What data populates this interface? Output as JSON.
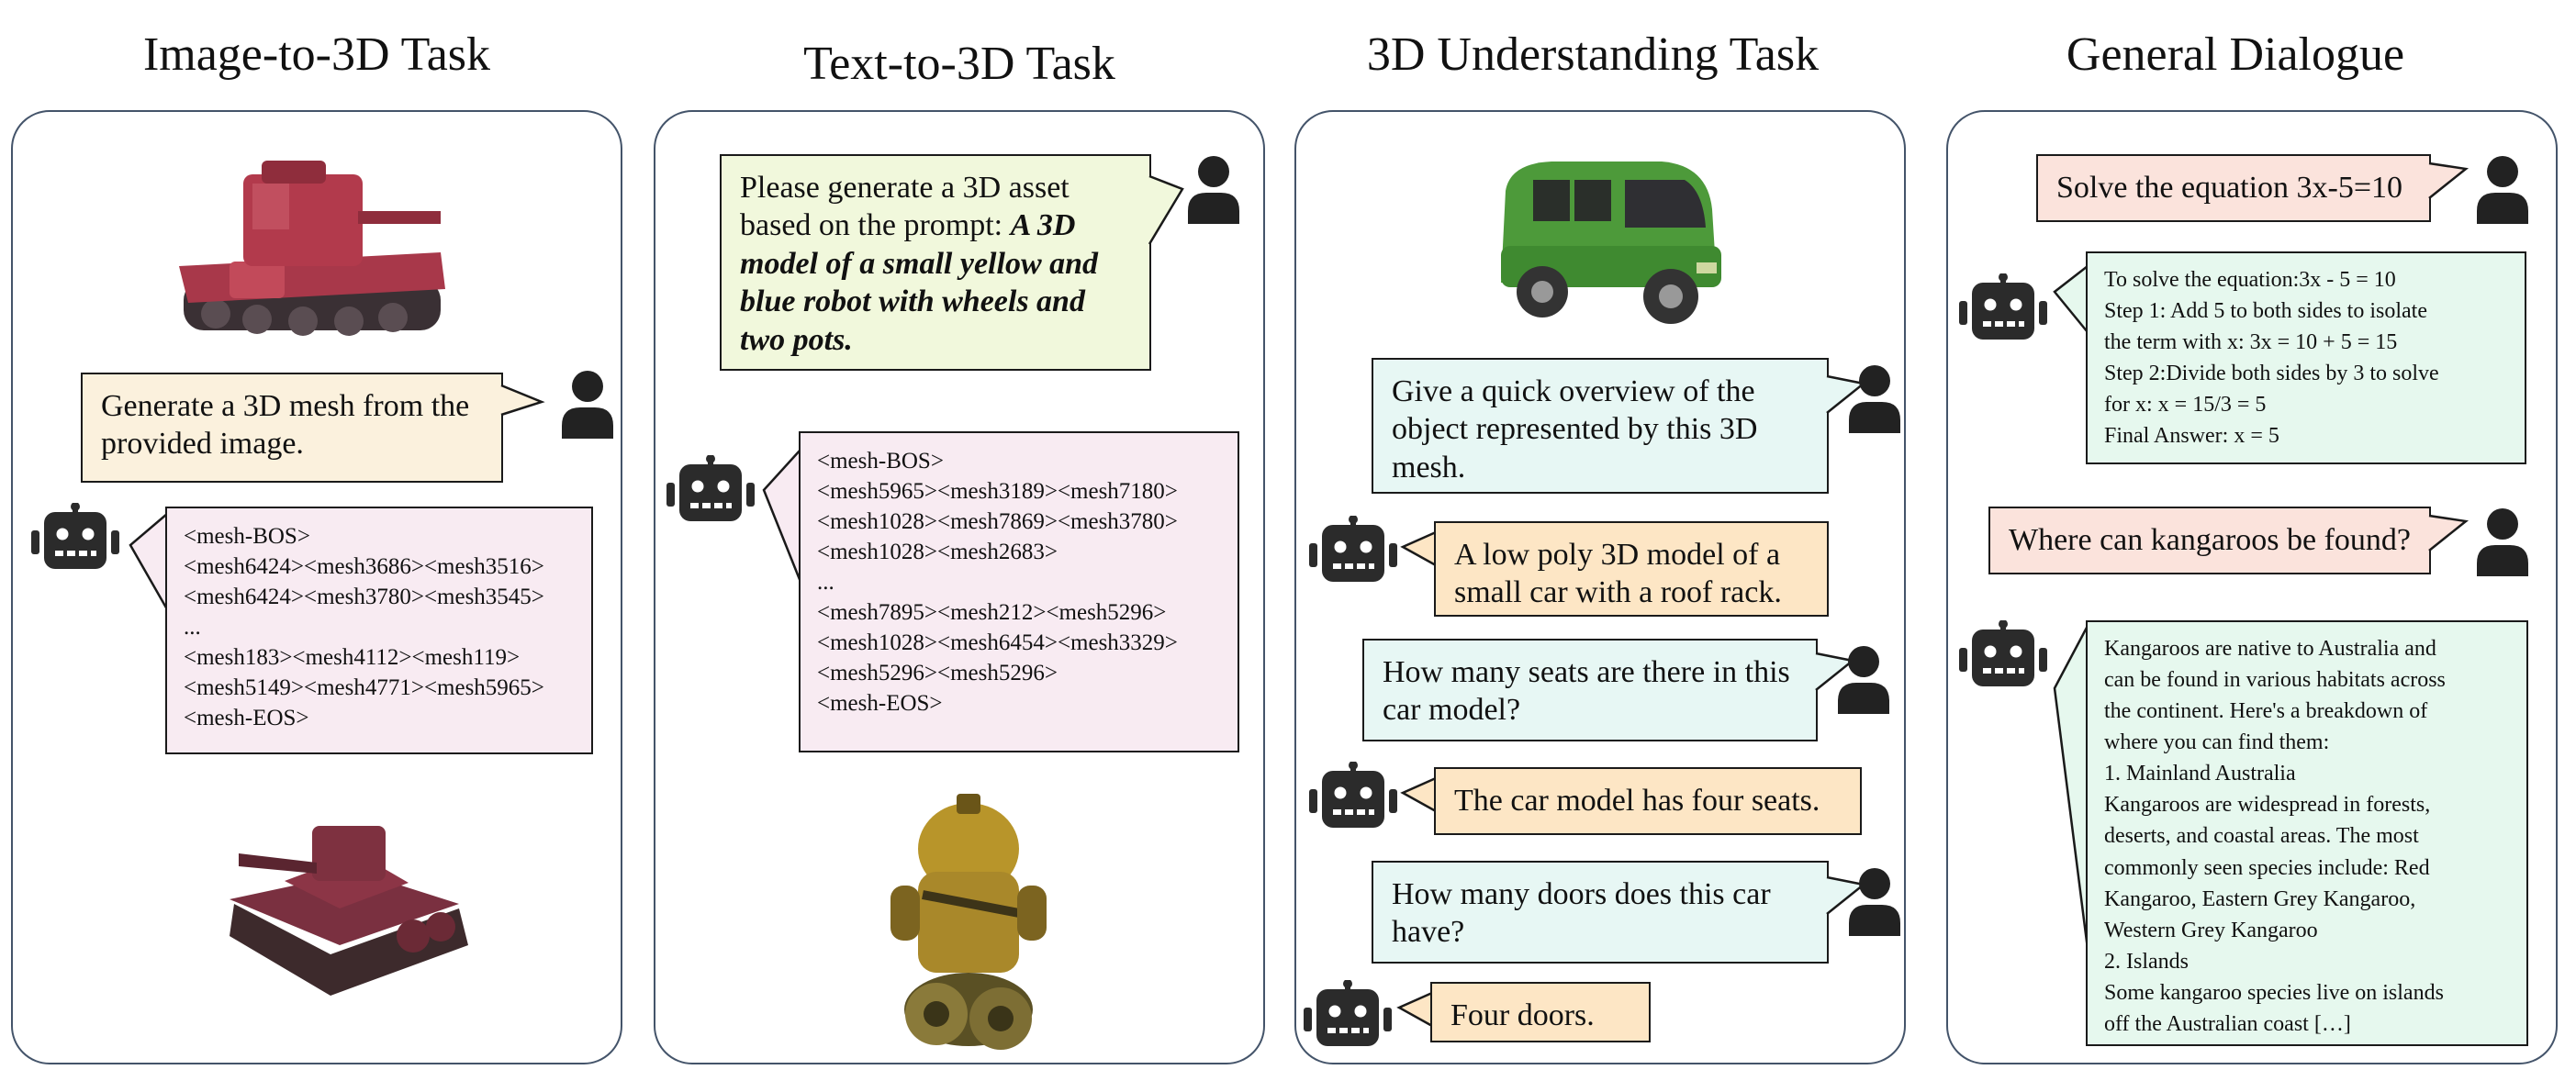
{
  "columns": {
    "c1": {
      "title": "Image-to-3D Task"
    },
    "c2": {
      "title": "Text-to-3D Task"
    },
    "c3": {
      "title": "3D Understanding Task"
    },
    "c4": {
      "title": "General Dialogue"
    }
  },
  "image_to_3d": {
    "user_request": "Generate a 3D mesh from the provided image.",
    "mesh_tokens": [
      "<mesh-BOS>",
      "<mesh6424><mesh3686><mesh3516>",
      "<mesh6424><mesh3780><mesh3545>",
      "...",
      "<mesh183><mesh4112><mesh119>",
      "<mesh5149><mesh4771><mesh5965>",
      "<mesh-EOS>"
    ]
  },
  "text_to_3d": {
    "prompt_intro": "Please generate a 3D asset based on the prompt: ",
    "prompt_text": "A 3D model of a small yellow and blue robot with wheels and two pots.",
    "mesh_tokens": [
      "<mesh-BOS>",
      "<mesh5965><mesh3189><mesh7180>",
      "<mesh1028><mesh7869><mesh3780>",
      "<mesh1028><mesh2683>",
      "...",
      "<mesh7895><mesh212><mesh5296>",
      "<mesh1028><mesh6454><mesh3329>",
      "<mesh5296><mesh5296>",
      "<mesh-EOS>"
    ]
  },
  "understanding": {
    "q1": "Give a quick overview of the object represented by this 3D mesh.",
    "a1": "A low poly 3D model of a small car with a roof rack.",
    "q2": "How many seats are there in this car model?",
    "a2": "The car model has four seats.",
    "q3": "How many doors does this car have?",
    "a3": "Four doors."
  },
  "dialogue": {
    "q1": "Solve the equation 3x-5=10",
    "a1": [
      "To solve the equation:3x - 5 = 10",
      "Step 1: Add 5 to both sides to isolate",
      "the term with x: 3x = 10 + 5  = 15",
      "Step 2:Divide both sides by 3 to solve",
      "for x: x = 15/3 = 5",
      "Final Answer: x = 5"
    ],
    "q2": "Where can kangaroos be found?",
    "a2": [
      "Kangaroos are native to Australia and",
      "can be found in various habitats across",
      "the continent. Here's a breakdown of",
      "where you can find them:",
      "1. Mainland Australia",
      "Kangaroos are widespread in forests,",
      "deserts, and coastal areas. The most",
      "commonly seen species include: Red",
      "Kangaroo, Eastern Grey Kangaroo,",
      "Western Grey Kangaroo",
      "2. Islands",
      "Some kangaroo species live on islands",
      "off the Australian coast […]"
    ]
  },
  "colors": {
    "panel_border": "#44546a",
    "user_bubble_image": "#fbf1dd",
    "mesh_bubble": "#f8ebf2",
    "prompt_bubble": "#f1f8dc",
    "question_bubble": "#e7f7f4",
    "answer_bubble": "#fde6c5",
    "dialogue_question": "#fbe3dc",
    "dialogue_answer": "#e6f8ee",
    "icon": "#222222"
  },
  "icons": {
    "user": "person-icon",
    "assistant": "robot-icon"
  }
}
